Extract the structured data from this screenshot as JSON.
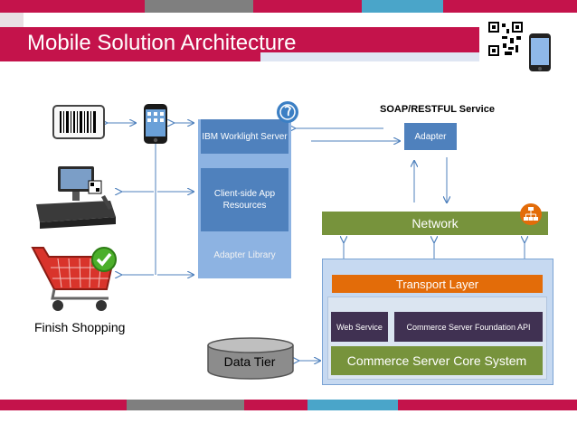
{
  "header": {
    "title": "Mobile Solution Architecture"
  },
  "server": {
    "worklight_label": "IBM Worklight Server",
    "clientside_label": "Client-side App Resources",
    "adapter_library_label": "Adapter Library"
  },
  "backend": {
    "service_label": "SOAP/RESTFUL Service",
    "adapter_label": "Adapter",
    "network_label": "Network"
  },
  "commerce": {
    "transport_label": "Transport Layer",
    "webservice_label": "Web Service",
    "foundation_api_label": "Commerce Server Foundation API",
    "core_label": "Commerce Server Core System"
  },
  "data_tier_label": "Data Tier",
  "devices": {
    "finish_label": "Finish Shopping"
  },
  "icons": [
    "barcode-icon",
    "smartphone-icon",
    "pos-terminal-icon",
    "shopping-cart-icon",
    "checkmark-icon",
    "database-icon",
    "network-hierarchy-icon",
    "ibm-worklight-logo-icon",
    "qr-code-icon"
  ],
  "colors": {
    "title_bar": "#c4134b",
    "box_blue": "#4f81bd",
    "network_green": "#77933c",
    "transport_orange": "#e36c09",
    "api_purple": "#403152"
  }
}
